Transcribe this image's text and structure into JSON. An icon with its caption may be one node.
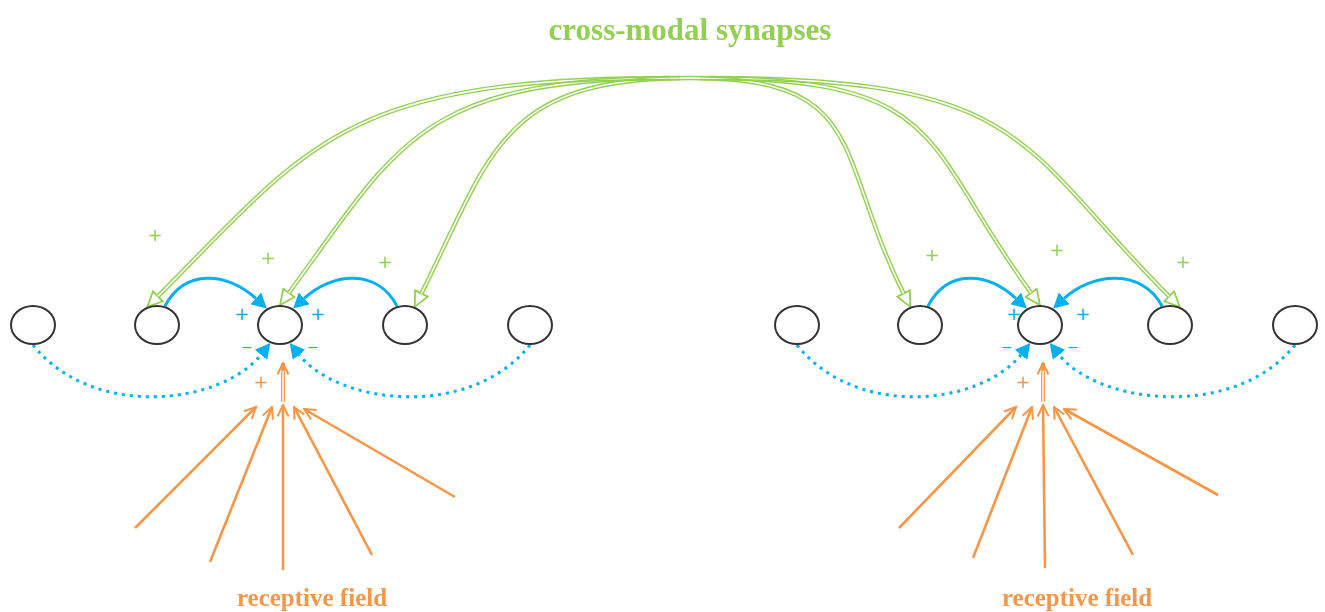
{
  "diagram": {
    "nodes": [
      {
        "text": [
          "cross-modal synapses"
        ]
      },
      {
        "text": [],
        "shape": "circle"
      },
      {
        "text": [],
        "shape": "circle"
      },
      {
        "text": [],
        "shape": "circle"
      },
      {
        "text": [],
        "shape": "circle"
      },
      {
        "text": [],
        "shape": "circle"
      },
      {
        "text": [],
        "shape": "circle"
      },
      {
        "text": [],
        "shape": "circle"
      },
      {
        "text": [],
        "shape": "circle"
      },
      {
        "text": [],
        "shape": "circle"
      },
      {
        "text": [],
        "shape": "circle"
      }
    ],
    "edges": [
      {
        "from": 0,
        "to": 2,
        "arrow": "to",
        "color": "#92d050"
      },
      {
        "from": 0,
        "to": 3,
        "arrow": "to",
        "color": "#92d050"
      },
      {
        "from": 0,
        "to": 4,
        "arrow": "to",
        "color": "#92d050"
      },
      {
        "from": 0,
        "to": 7,
        "arrow": "to",
        "color": "#92d050"
      },
      {
        "from": 0,
        "to": 8,
        "arrow": "to",
        "color": "#92d050"
      },
      {
        "from": 0,
        "to": 9,
        "arrow": "to",
        "color": "#92d050"
      },
      {
        "from": 2,
        "to": 3,
        "arrow": "to",
        "color": "#00b0f0"
      },
      {
        "from": 4,
        "to": 3,
        "arrow": "to",
        "color": "#00b0f0"
      },
      {
        "from": 7,
        "to": 8,
        "arrow": "to",
        "color": "#00b0f0"
      },
      {
        "from": 9,
        "to": 8,
        "arrow": "to",
        "color": "#00b0f0"
      },
      {
        "from": 1,
        "to": 3,
        "arrow": "to",
        "style": "dashed",
        "color": "#00b0f0"
      },
      {
        "from": 5,
        "to": 3,
        "arrow": "to",
        "style": "dashed",
        "color": "#00b0f0"
      },
      {
        "from": 6,
        "to": 8,
        "arrow": "to",
        "style": "dashed",
        "color": "#00b0f0"
      },
      {
        "from": 10,
        "to": 8,
        "arrow": "to",
        "style": "dashed",
        "color": "#00b0f0"
      },
      {
        "from": null,
        "to": 3,
        "arrow": "to",
        "color": "#f79646"
      },
      {
        "from": null,
        "to": 3,
        "arrow": "to",
        "color": "#f79646"
      },
      {
        "from": null,
        "to": 3,
        "arrow": "to",
        "color": "#f79646"
      },
      {
        "from": null,
        "to": 3,
        "arrow": "to",
        "color": "#f79646"
      },
      {
        "from": null,
        "to": 3,
        "arrow": "to",
        "color": "#f79646"
      },
      {
        "from": null,
        "to": 3,
        "arrow": "to",
        "color": "#f79646"
      },
      {
        "from": null,
        "to": 8,
        "arrow": "to",
        "color": "#f79646"
      },
      {
        "from": null,
        "to": 8,
        "arrow": "to",
        "color": "#f79646"
      },
      {
        "from": null,
        "to": 8,
        "arrow": "to",
        "color": "#f79646"
      },
      {
        "from": null,
        "to": 8,
        "arrow": "to",
        "color": "#f79646"
      },
      {
        "from": null,
        "to": 8,
        "arrow": "to",
        "color": "#f79646"
      },
      {
        "from": null,
        "to": 8,
        "arrow": "to",
        "color": "#f79646"
      }
    ],
    "labels": [
      "+",
      "+",
      "+",
      "+",
      "+",
      "+",
      "+",
      "+",
      "+",
      "+",
      "−",
      "−",
      "−",
      "−",
      "+",
      "+",
      "receptive field",
      "receptive field"
    ]
  }
}
